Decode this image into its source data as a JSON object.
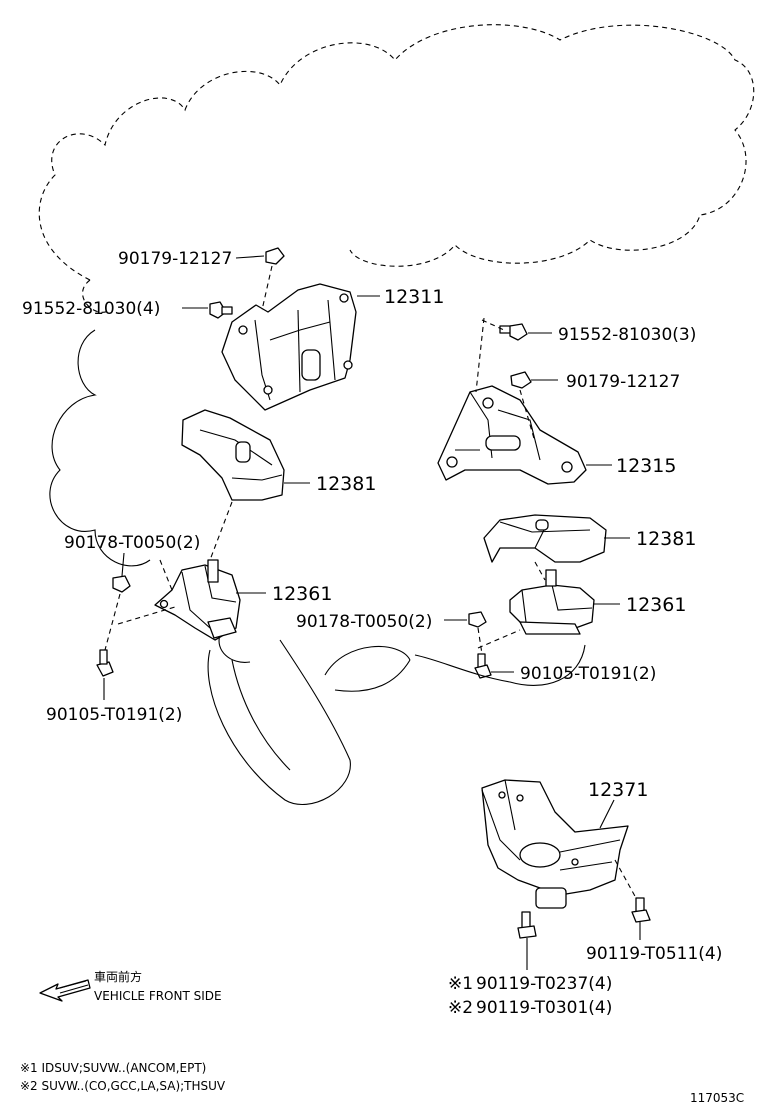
{
  "callouts": {
    "bolt_90179_top": "90179-12127",
    "bolt_91552_left": "91552-81030(4)",
    "bracket_12311": "12311",
    "bolt_91552_right": "91552-81030(3)",
    "nut_90179_right": "90179-12127",
    "bracket_12315": "12315",
    "insulator_12381_left": "12381",
    "nut_90178_left": "90178-T0050(2)",
    "mount_12361_left": "12361",
    "bolt_90105_left": "90105-T0191(2)",
    "insulator_12381_right": "12381",
    "mount_12361_right": "12361",
    "nut_90178_right": "90178-T0050(2)",
    "bolt_90105_right": "90105-T0191(2)",
    "mount_12371": "12371",
    "bolt_90119_t0511": "90119-T0511(4)",
    "bolt_90119_t0237": "90119-T0237(4)",
    "bolt_90119_t0301": "90119-T0301(4)",
    "mark_1": "※1",
    "mark_2": "※2"
  },
  "legend": {
    "front_jp": "車両前方",
    "front_en": "VEHICLE FRONT SIDE"
  },
  "notes": {
    "note1": "※1 IDSUV;SUVW..(ANCOM,EPT)",
    "note2": "※2 SUVW..(CO,GCC,LA,SA);THSUV"
  },
  "figure_id": "117053C"
}
